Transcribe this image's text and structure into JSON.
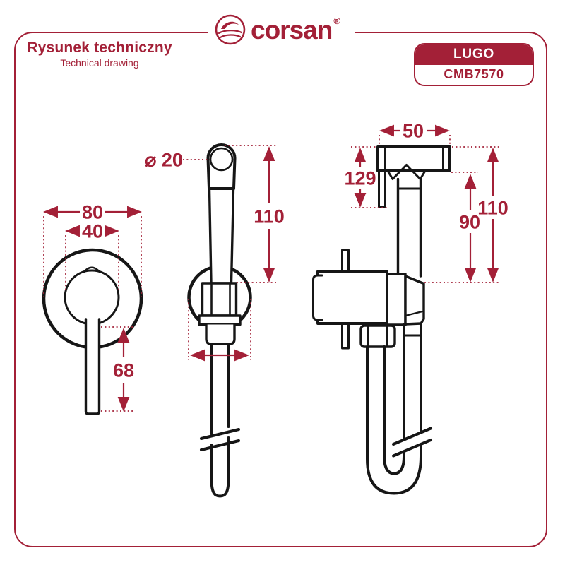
{
  "brand": {
    "name": "corsan",
    "registered_mark": "®"
  },
  "header": {
    "title": "Rysunek techniczny",
    "subtitle": "Technical drawing"
  },
  "product": {
    "series": "LUGO",
    "model": "CMB7570"
  },
  "colors": {
    "accent": "#A32037",
    "line": "#161616",
    "background": "#FFFFFF"
  },
  "drawings": {
    "front_view": {
      "dim_outer_diameter": "80",
      "dim_inner_diameter": "40",
      "dim_handle_length": "68"
    },
    "handshower_view": {
      "dim_head_diameter": "⌀ 20",
      "dim_head_length": "110"
    },
    "side_view": {
      "dim_head_width": "50",
      "dim_holder_length": "129",
      "dim_body_height": "90",
      "dim_total_height": "110"
    }
  }
}
